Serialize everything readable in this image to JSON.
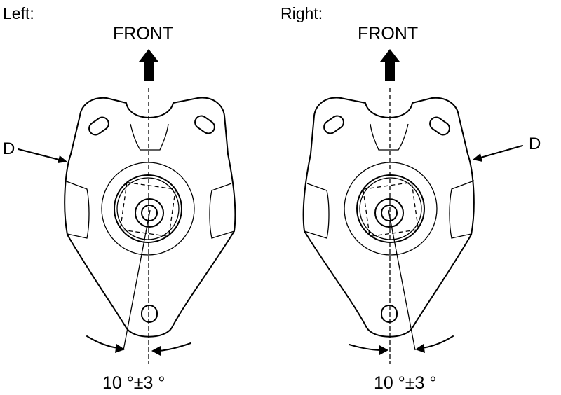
{
  "panels": [
    {
      "side_label": "Left:",
      "front_label": "FRONT",
      "part_label": "D",
      "angle_label": "10 °±3 °"
    },
    {
      "side_label": "Right:",
      "front_label": "FRONT",
      "part_label": "D",
      "angle_label": "10 °±3 °"
    }
  ],
  "angle": {
    "nominal_deg": 10,
    "tolerance_deg": 3
  }
}
